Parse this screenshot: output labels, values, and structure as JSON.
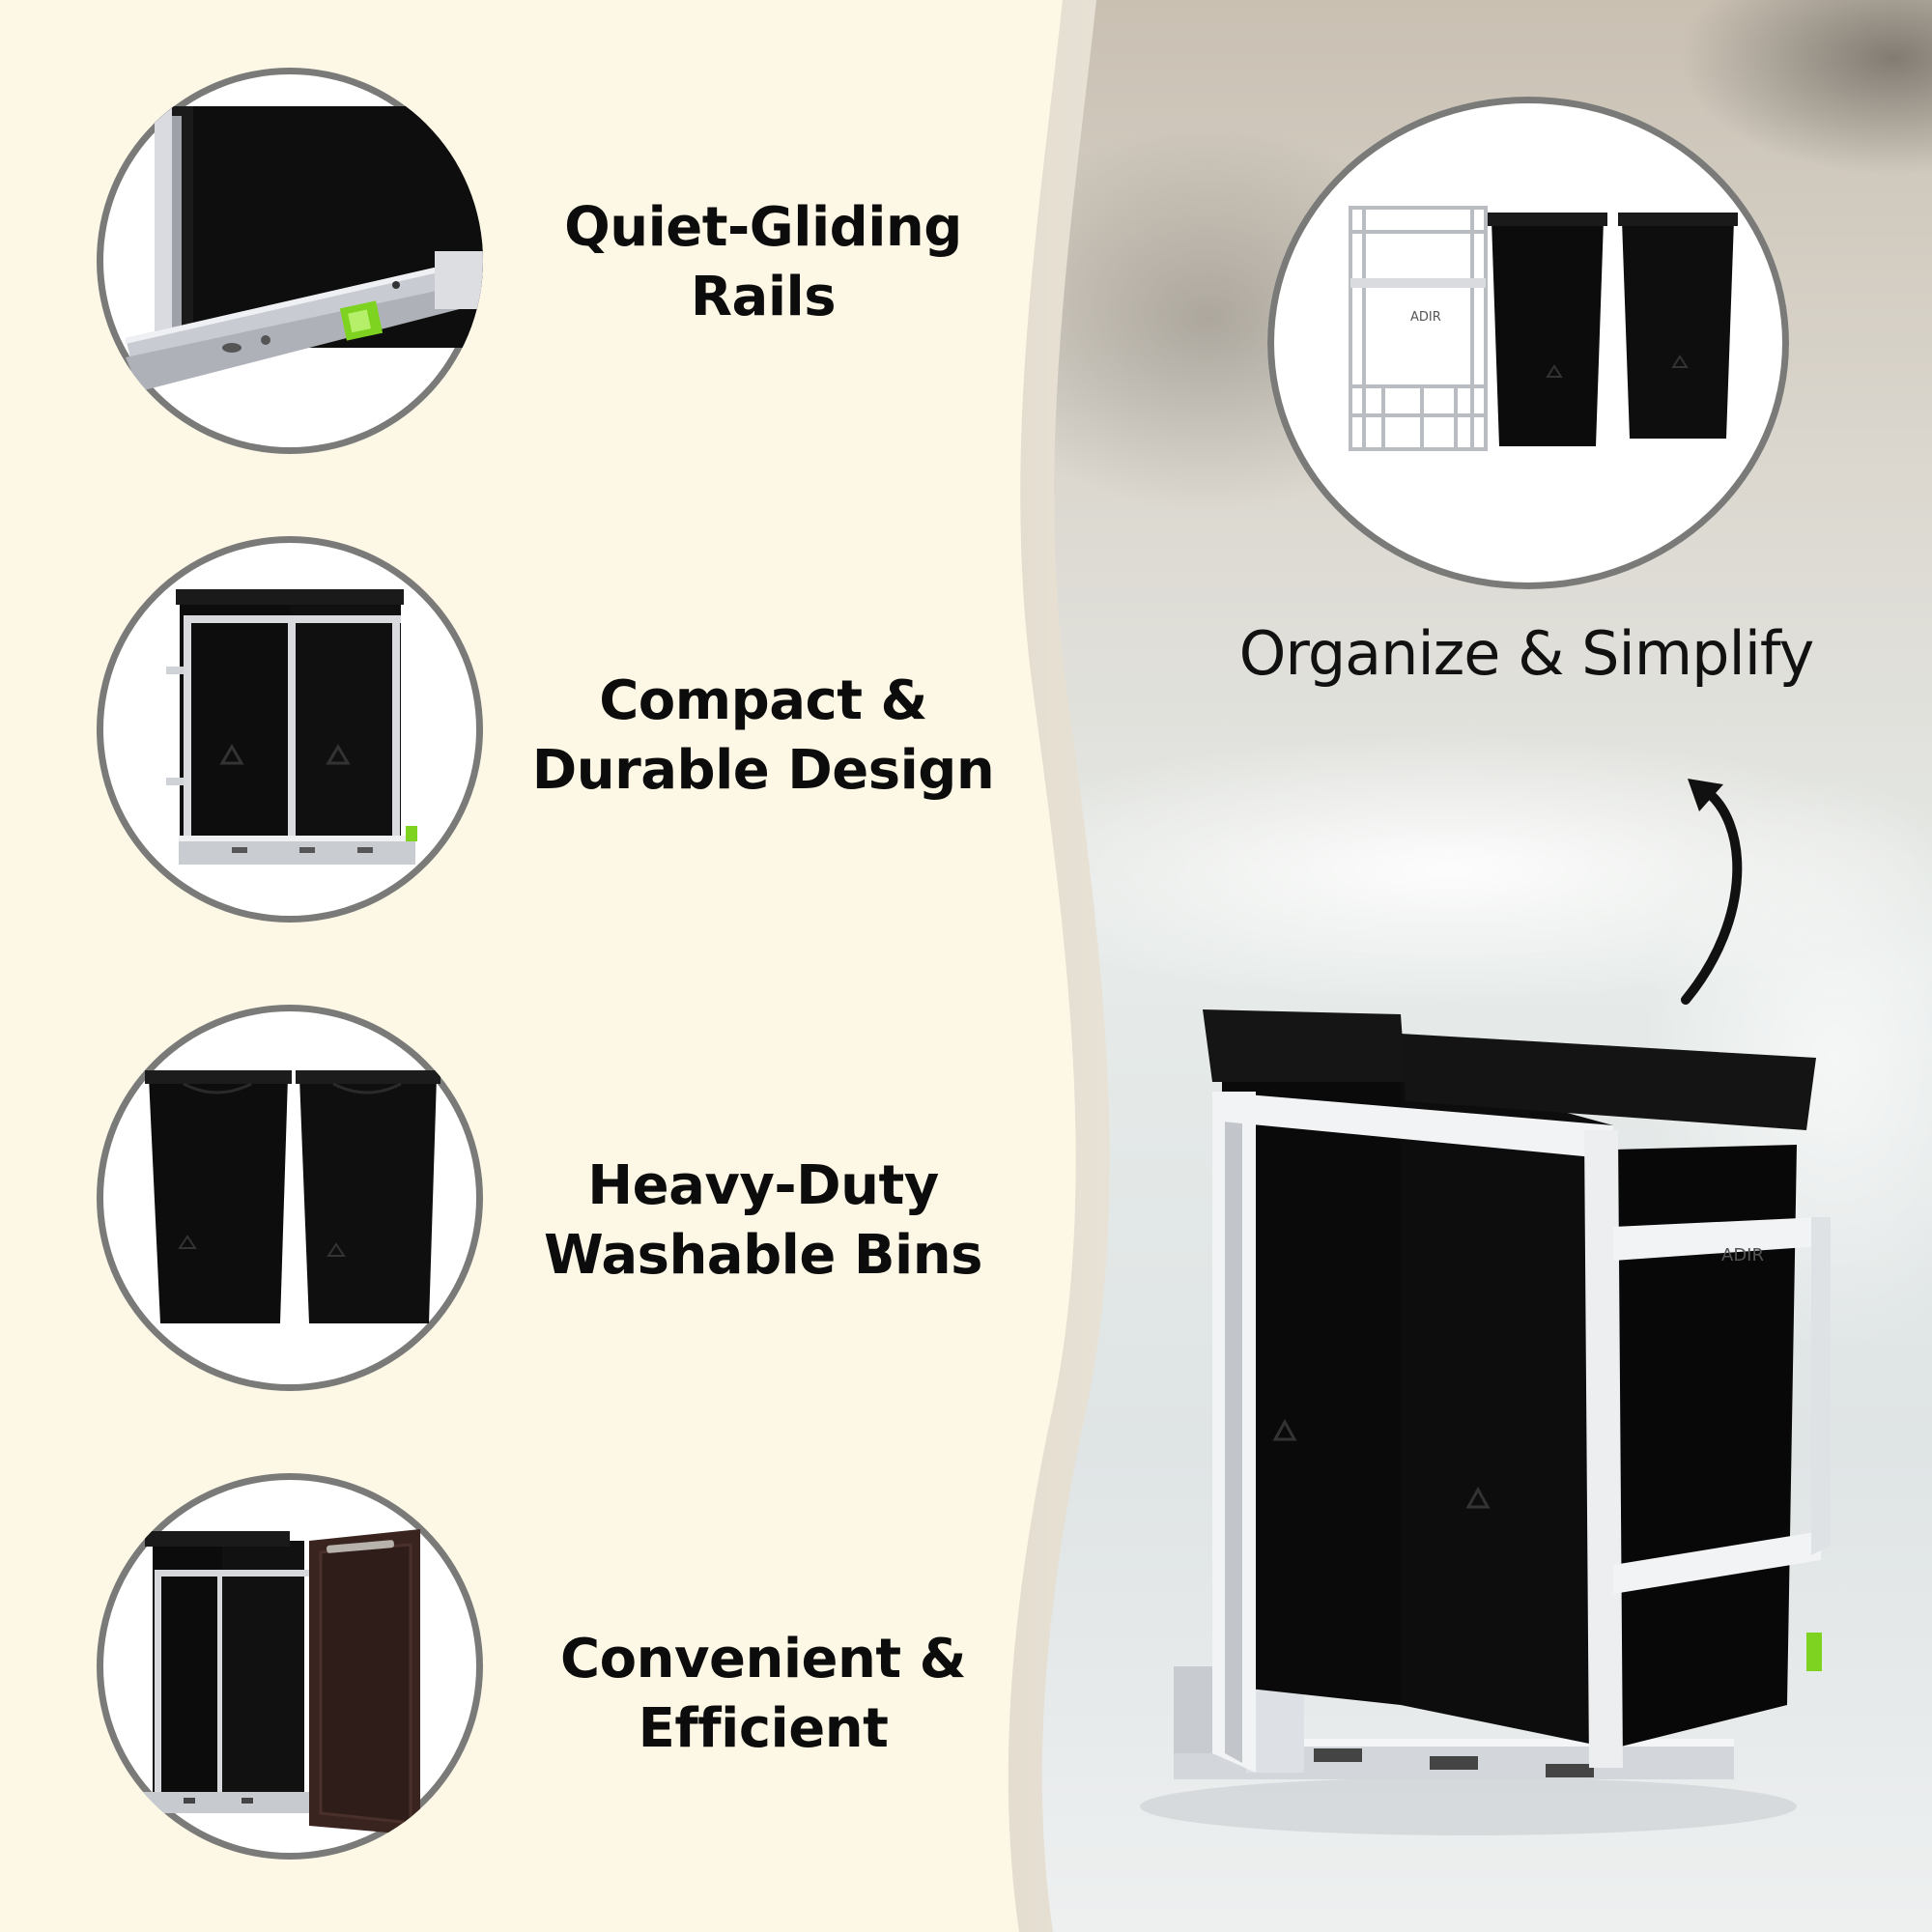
{
  "features": [
    {
      "id": "rails",
      "lines": [
        "Quiet-Gliding",
        "Rails"
      ]
    },
    {
      "id": "compact",
      "lines": [
        "Compact &",
        "Durable Design"
      ]
    },
    {
      "id": "bins",
      "lines": [
        "Heavy-Duty",
        "Washable Bins"
      ]
    },
    {
      "id": "convenient",
      "lines": [
        "Convenient &",
        "Efficient"
      ]
    }
  ],
  "hero": {
    "caption": "Organize & Simplify",
    "frame_brand": "ADIR",
    "main_frame_brand": "ADIR"
  },
  "colors": {
    "cream": "#fdf8e6",
    "circle_border": "#7a7a78",
    "text": "#0c0c0c",
    "bin_black": "#0b0b0b",
    "rail_green": "#7ed321",
    "chrome": "#d6d8dc"
  },
  "icons": [
    "slide-rail-illustration",
    "double-bin-illustration",
    "two-bins-illustration",
    "cabinet-door-illustration",
    "exploded-parts-illustration",
    "curved-arrow-icon",
    "product-hero-illustration"
  ]
}
